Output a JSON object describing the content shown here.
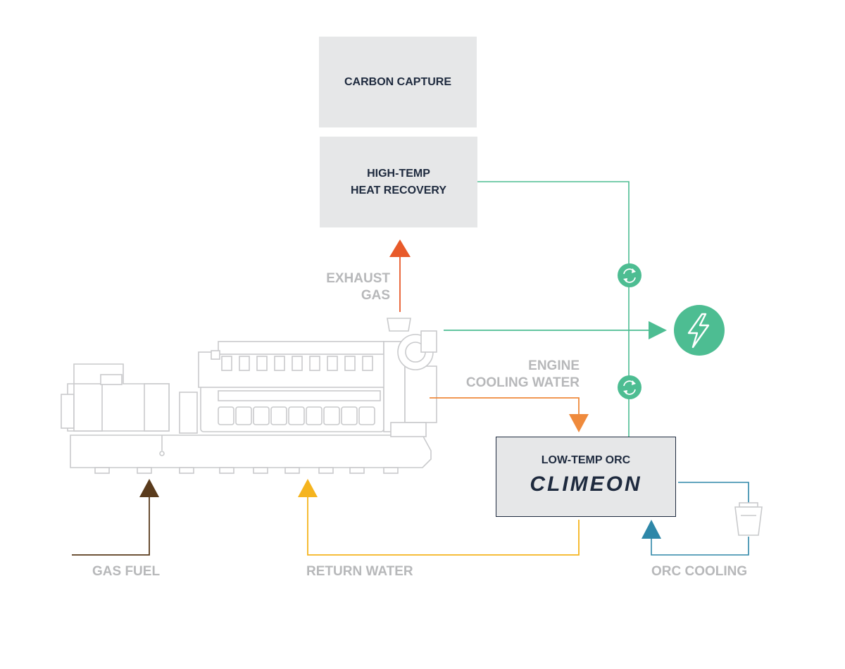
{
  "boxes": {
    "carbon_capture": "CARBON CAPTURE",
    "heat_recovery_line1": "HIGH-TEMP",
    "heat_recovery_line2": "HEAT RECOVERY",
    "orc_title": "LOW-TEMP ORC",
    "logo": "CLIMEON"
  },
  "labels": {
    "exhaust_line1": "EXHAUST",
    "exhaust_line2": "GAS",
    "engine_cooling_line1": "ENGINE",
    "engine_cooling_line2": "COOLING WATER",
    "gas_fuel": "GAS FUEL",
    "return_water": "RETURN WATER",
    "orc_cooling": "ORC COOLING"
  },
  "icons": {
    "power": "lightning-bolt-icon",
    "cycle": "recycle-icon",
    "engine": "engine-illustration",
    "cooler": "cooling-tower-icon"
  },
  "colors": {
    "exhaust": "#e85a2a",
    "engine_cooling": "#ef8a3c",
    "gas_fuel": "#5a3b1c",
    "return_water": "#f5b41e",
    "orc_cooling": "#2e87a8",
    "electricity": "#4dbd92",
    "box_fill": "#e6e7e8",
    "text_dark": "#1e2a3e",
    "label_grey": "#b7b8ba"
  }
}
